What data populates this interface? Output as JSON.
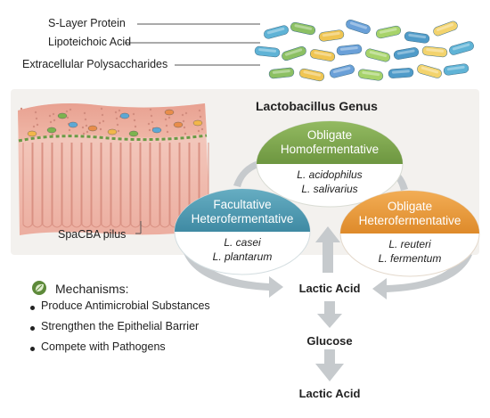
{
  "legend": {
    "items": [
      "S-Layer Protein",
      "Lipoteichoic Acid",
      "Extracellular Polysaccharides"
    ]
  },
  "card": {
    "title": "Lactobacillus Genus",
    "pilus_label": "SpaCBA pilus"
  },
  "nodes": {
    "obligate_homo": {
      "title": [
        "Obligate",
        "Homofermentative"
      ],
      "species": [
        "L. acidophilus",
        "L. salivarius"
      ],
      "color": "#7fa84e"
    },
    "facultative_hetero": {
      "title": [
        "Facultative",
        "Heterofermentative"
      ],
      "species": [
        "L. casei",
        "L. plantarum"
      ],
      "color": "#4f9ab0"
    },
    "obligate_hetero": {
      "title": [
        "Obligate",
        "Heterofermentative"
      ],
      "species": [
        "L. reuteri",
        "L. fermentum"
      ],
      "color": "#e79a3a"
    }
  },
  "flow": {
    "lactic_acid_top": "Lactic Acid",
    "glucose": "Glucose",
    "lactic_acid_bottom": "Lactic Acid"
  },
  "mechanisms": {
    "title": "Mechanisms:",
    "items": [
      "Produce Antimicrobial Substances",
      "Strengthen the Epithelial Barrier",
      "Compete with Pathogens"
    ],
    "icon": "leaf-icon"
  },
  "colors": {
    "arrow": "#c4c8cc",
    "card_bg": "#f1efec",
    "tissue": "#f2c1b6"
  }
}
